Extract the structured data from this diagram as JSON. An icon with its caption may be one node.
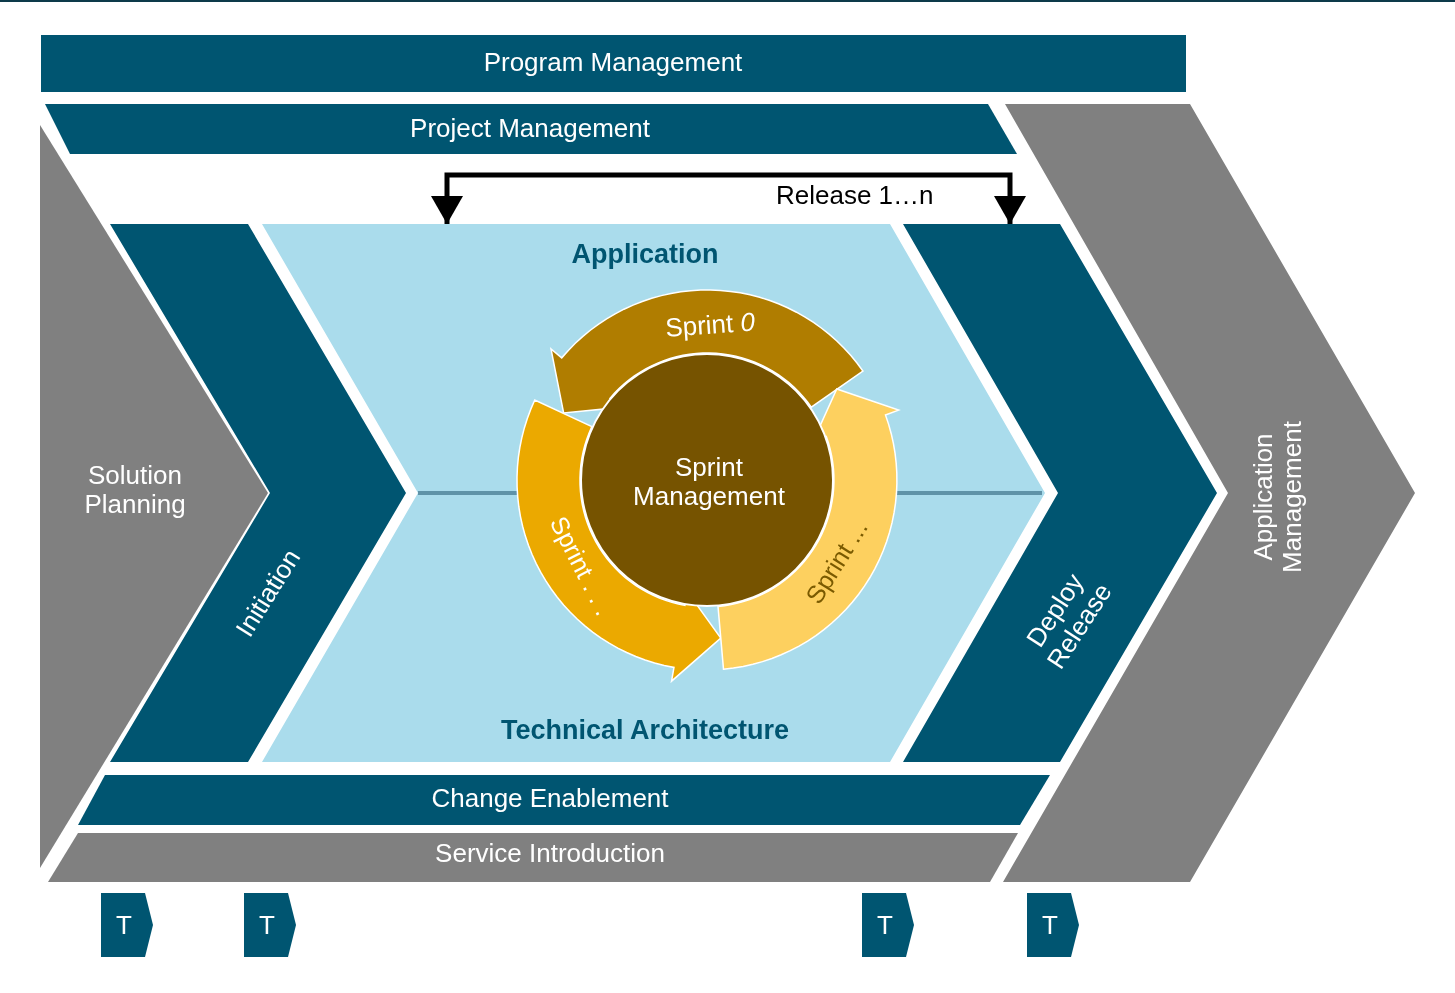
{
  "diagram": {
    "nodes": [
      {
        "text": [
          "Program Management"
        ]
      },
      {
        "text": [
          "Project Management"
        ]
      },
      {
        "text": [
          "Solution Planning"
        ]
      },
      {
        "text": [
          "Initiation"
        ]
      },
      {
        "text": [
          "Application",
          "Technical Architecture"
        ]
      },
      {
        "text": [
          "Sprint *0*"
        ],
        "in": 4
      },
      {
        "text": [
          "Sprint . . ."
        ],
        "in": 4
      },
      {
        "text": [
          "Sprint ..."
        ],
        "in": 4
      },
      {
        "text": [
          "Sprint Management"
        ],
        "in": 4
      },
      {
        "text": [
          "Deploy Release"
        ]
      },
      {
        "text": [
          "Application Management"
        ]
      },
      {
        "text": [
          "Change Enablement"
        ]
      },
      {
        "text": [
          "Service Introduction"
        ]
      },
      {
        "text": [
          "T"
        ]
      },
      {
        "text": [
          "T"
        ]
      },
      {
        "text": [
          "T"
        ]
      },
      {
        "text": [
          "T"
        ]
      }
    ],
    "edges": [
      {
        "from": 4,
        "to": 9,
        "arrow": "both",
        "label": "Release 1…n"
      }
    ]
  }
}
